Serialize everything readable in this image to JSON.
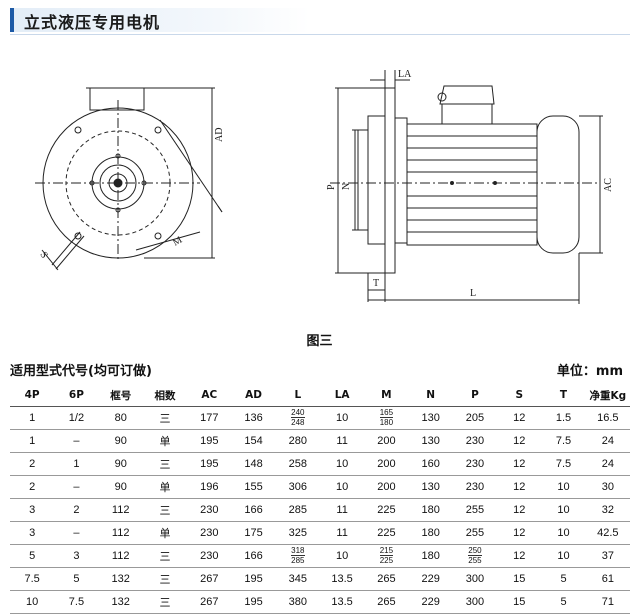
{
  "header": {
    "title": "立式液压专用电机"
  },
  "figure": {
    "caption": "图三",
    "labels": {
      "LA": "LA",
      "AD": "AD",
      "P": "P",
      "N": "N",
      "AC": "AC",
      "T": "T",
      "L": "L",
      "S": "S",
      "M": "M"
    }
  },
  "table_title": "适用型式代号(均可订做)",
  "unit_label": "单位：mm",
  "table": {
    "columns": [
      "4P",
      "6P",
      "框号",
      "相数",
      "AC",
      "AD",
      "L",
      "LA",
      "M",
      "N",
      "P",
      "S",
      "T",
      "净重Kg"
    ],
    "rows": [
      [
        "1",
        "1/2",
        "80",
        "三",
        "177",
        "136",
        "240|248",
        "10",
        "165|180",
        "130",
        "205",
        "12",
        "1.5",
        "16.5"
      ],
      [
        "1",
        "–",
        "90",
        "单",
        "195",
        "154",
        "280",
        "11",
        "200",
        "130",
        "230",
        "12",
        "7.5",
        "24"
      ],
      [
        "2",
        "1",
        "90",
        "三",
        "195",
        "148",
        "258",
        "10",
        "200",
        "160",
        "230",
        "12",
        "7.5",
        "24"
      ],
      [
        "2",
        "–",
        "90",
        "单",
        "196",
        "155",
        "306",
        "10",
        "200",
        "130",
        "230",
        "12",
        "10",
        "30"
      ],
      [
        "3",
        "2",
        "112",
        "三",
        "230",
        "166",
        "285",
        "11",
        "225",
        "180",
        "255",
        "12",
        "10",
        "32"
      ],
      [
        "3",
        "–",
        "112",
        "单",
        "230",
        "175",
        "325",
        "11",
        "225",
        "180",
        "255",
        "12",
        "10",
        "42.5"
      ],
      [
        "5",
        "3",
        "112",
        "三",
        "230",
        "166",
        "318|285",
        "10",
        "215|225",
        "180",
        "250|255",
        "12",
        "10",
        "37"
      ],
      [
        "7.5",
        "5",
        "132",
        "三",
        "267",
        "195",
        "345",
        "13.5",
        "265",
        "229",
        "300",
        "15",
        "5",
        "61"
      ],
      [
        "10",
        "7.5",
        "132",
        "三",
        "267",
        "195",
        "380",
        "13.5",
        "265",
        "229",
        "300",
        "15",
        "5",
        "71"
      ]
    ]
  }
}
